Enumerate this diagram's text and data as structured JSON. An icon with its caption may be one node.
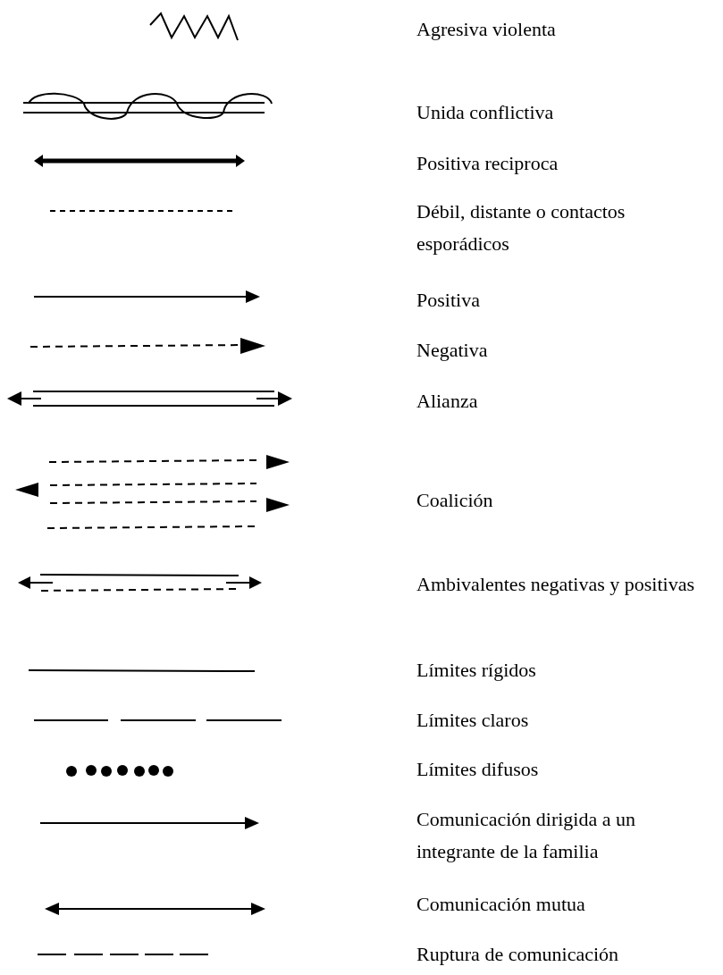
{
  "diagram": {
    "legend": [
      {
        "text": "Agresiva violenta"
      },
      {
        "text": "Unida conflictiva"
      },
      {
        "text": "Positiva reciproca"
      },
      {
        "text": "Débil, distante o contactos esporádicos"
      },
      {
        "text": "Positiva"
      },
      {
        "text": "Negativa"
      },
      {
        "text": "Alianza"
      },
      {
        "text": "Coalición"
      },
      {
        "text": "Ambivalentes negativas y positivas"
      },
      {
        "text": "Límites rígidos"
      },
      {
        "text": "Límites claros"
      },
      {
        "text": "Límites difusos"
      },
      {
        "text": "Comunicación dirigida a un integrante de la familia"
      },
      {
        "text": "Comunicación mutua"
      },
      {
        "text": "Ruptura de comunicación"
      }
    ]
  }
}
